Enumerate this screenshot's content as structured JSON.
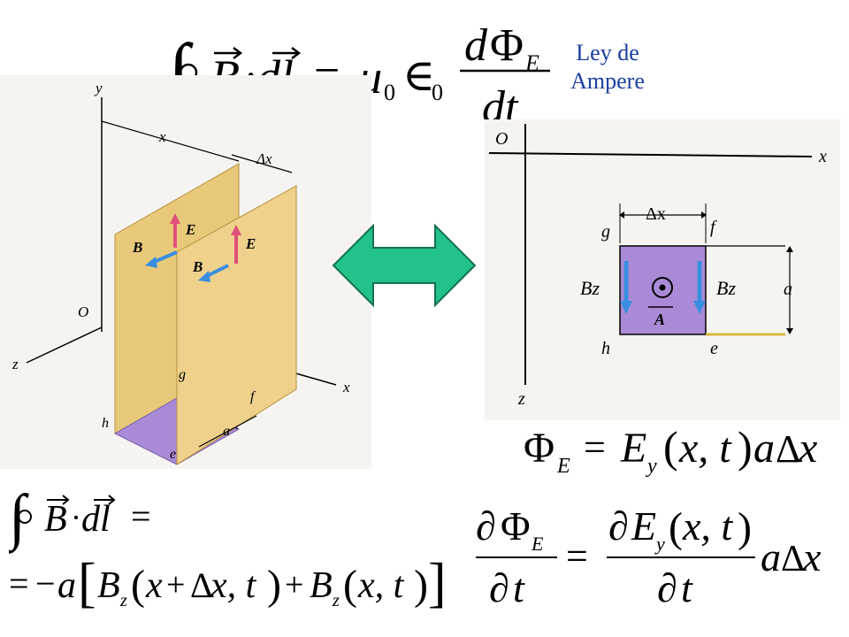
{
  "header": {
    "law_label_line1": "Ley de",
    "law_label_line2": "Ampere"
  },
  "diagram_3d": {
    "axis_y": "y",
    "axis_x": "x",
    "axis_z": "z",
    "origin": "O",
    "dim_x": "x",
    "dim_dx": "Δx",
    "vec_B1": "B",
    "vec_E1": "E",
    "vec_B2": "B",
    "vec_E2": "E",
    "corner_g": "g",
    "corner_f": "f",
    "corner_h": "h",
    "corner_e": "e",
    "dim_a": "a"
  },
  "diagram_2d": {
    "origin": "O",
    "axis_x": "x",
    "axis_z": "z",
    "corner_g": "g",
    "corner_f": "f",
    "corner_h": "h",
    "corner_e": "e",
    "dim_dx": "Δx",
    "dim_a": "a",
    "bz_left": "Bz",
    "bz_right": "Bz",
    "area_vec": "A"
  },
  "colors": {
    "plate": "#e8c97a",
    "loop": "#a98ad6",
    "b_arrow": "#3a8ee0",
    "e_arrow": "#e0507a",
    "double_arrow": "#22c28a",
    "law_label": "#1a3fa0"
  }
}
